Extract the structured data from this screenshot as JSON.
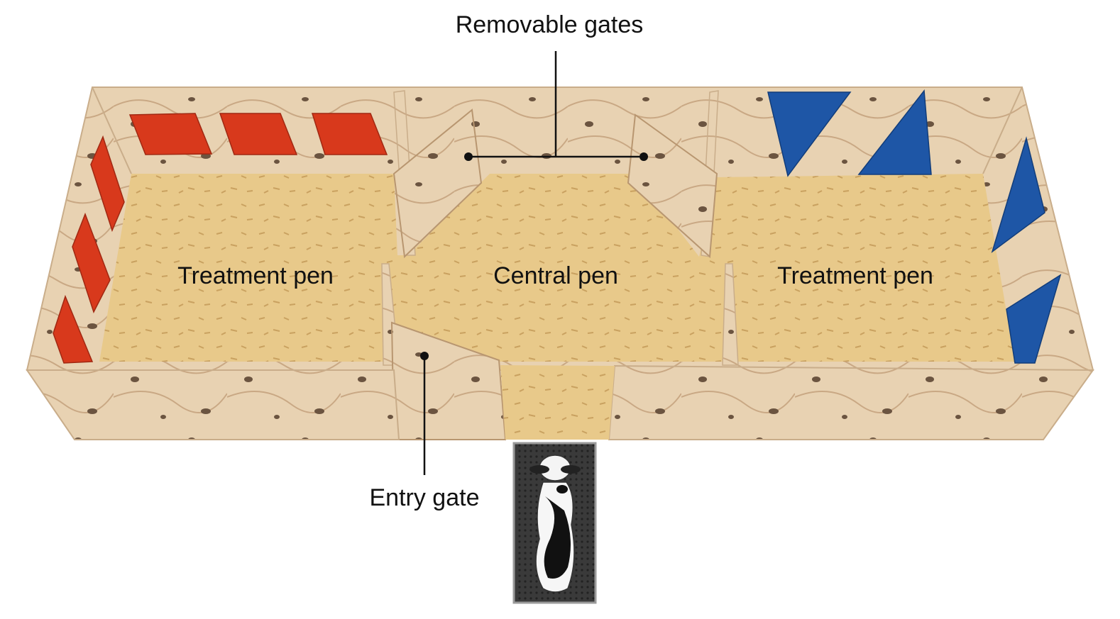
{
  "labels": {
    "removable_gates": "Removable gates",
    "treatment_pen_left": "Treatment pen",
    "central_pen": "Central pen",
    "treatment_pen_right": "Treatment pen",
    "entry_gate": "Entry gate"
  },
  "colors": {
    "wood": "#e8d2b2",
    "wood_dark": "#d6bc98",
    "bedding": "#e8c98a",
    "red_panel": "#d8391c",
    "blue_panel": "#1e56a6",
    "ink": "#111111",
    "mat": "#3a3a3a"
  },
  "icons": [
    "cow-icon"
  ]
}
